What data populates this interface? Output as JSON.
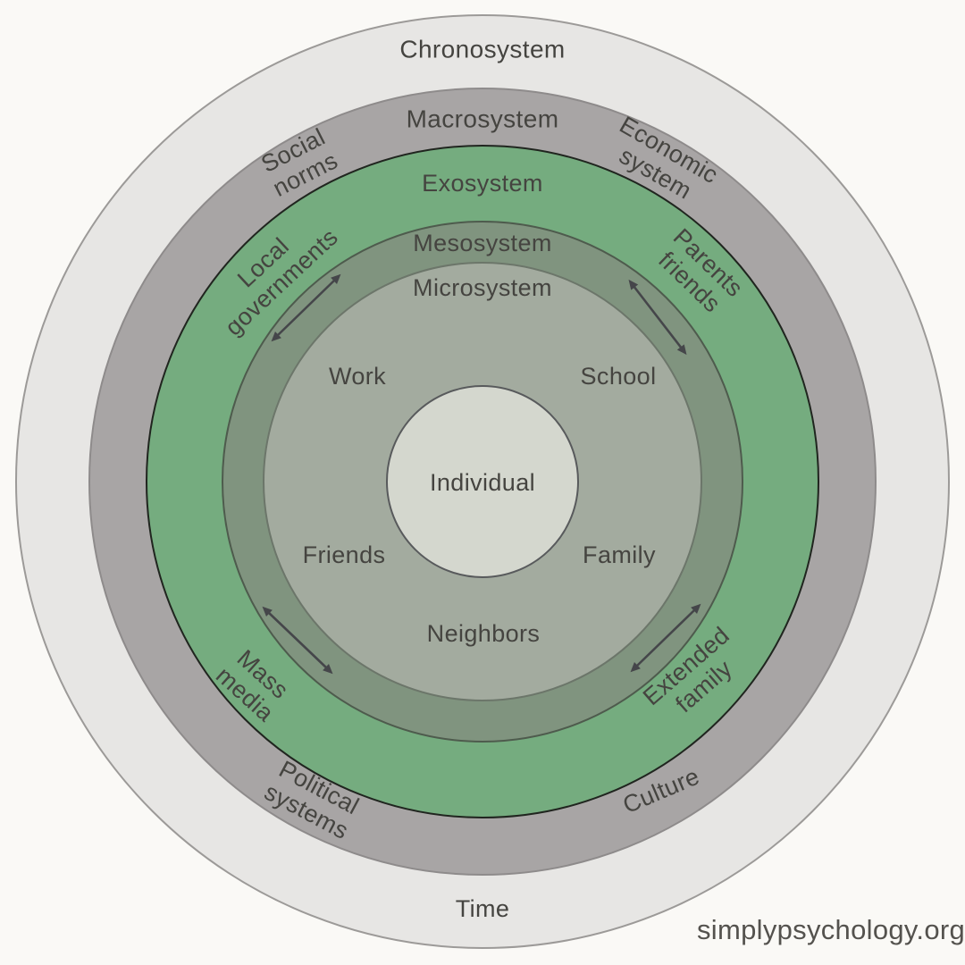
{
  "diagram": {
    "chronosystem": {
      "label": "Chronosystem",
      "time": "Time"
    },
    "macrosystem": {
      "label": "Macrosystem",
      "social_norms": "Social\nnorms",
      "economic_system": "Economic\nsystem",
      "political_systems": "Political\nsystems",
      "culture": "Culture"
    },
    "exosystem": {
      "label": "Exosystem",
      "local_governments": "Local\ngovernments",
      "parents_friends": "Parents\nfriends",
      "mass_media": "Mass\nmedia",
      "extended_family": "Extended\nfamily"
    },
    "mesosystem": {
      "label": "Mesosystem"
    },
    "microsystem": {
      "label": "Microsystem",
      "work": "Work",
      "school": "School",
      "friends": "Friends",
      "family": "Family",
      "neighbors": "Neighbors"
    },
    "individual": {
      "label": "Individual"
    }
  },
  "footer": {
    "credit": "simplypsychology.org"
  },
  "colors": {
    "background": "#faf9f6",
    "chronosystem_ring": "#e7e6e4",
    "macrosystem_ring": "#a8a5a5",
    "exosystem_ring": "#75ac7f",
    "mesosystem_ring": "#80947f",
    "microsystem_ring": "#a3ab9f",
    "individual_circle": "#d4d7ce",
    "text": "#454440",
    "arrow": "#45464a"
  }
}
